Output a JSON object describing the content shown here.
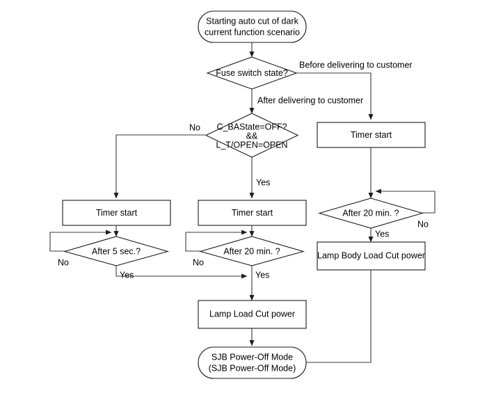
{
  "diagram": {
    "title": "Starting auto cut of dark current function scenario",
    "nodes": {
      "start": {
        "type": "terminator",
        "line1": "Starting auto cut of dark",
        "line2": "current function scenario"
      },
      "fuse_decision": {
        "type": "decision",
        "label": "Fuse switch state?"
      },
      "ba_decision": {
        "type": "decision",
        "line1": "C_BAState=OFF?",
        "line2": "&&",
        "line3": "L_T/OPEN=OPEN"
      },
      "timer_start_right": {
        "type": "process",
        "label": "Timer start"
      },
      "timer_start_left": {
        "type": "process",
        "label": "Timer start"
      },
      "timer_start_mid": {
        "type": "process",
        "label": "Timer start"
      },
      "after_20_right": {
        "type": "decision",
        "label": "After 20 min. ?"
      },
      "after_5_sec": {
        "type": "decision",
        "label": "After 5 sec.?"
      },
      "after_20_mid": {
        "type": "decision",
        "label": "After 20 min. ?"
      },
      "lamp_body_load_cut": {
        "type": "process",
        "label": "Lamp Body Load Cut power"
      },
      "lamp_load_cut": {
        "type": "process",
        "label": "Lamp Load Cut power"
      },
      "end": {
        "type": "terminator",
        "line1": "SJB Power-Off Mode",
        "line2": "(SJB Power-Off Mode)"
      }
    },
    "edge_labels": {
      "before_delivering": "Before delivering to customer",
      "after_delivering": "After delivering to customer",
      "ba_no": "No",
      "ba_yes": "Yes",
      "after20right_no": "No",
      "after20right_yes": "Yes",
      "after5_no": "No",
      "after5_yes": "Yes",
      "after20mid_no": "No",
      "after20mid_yes": "Yes"
    },
    "colors": {
      "stroke": "#1a1a1a",
      "connector": "#3a3a3a",
      "fill": "#ffffff",
      "text": "#000000"
    }
  }
}
